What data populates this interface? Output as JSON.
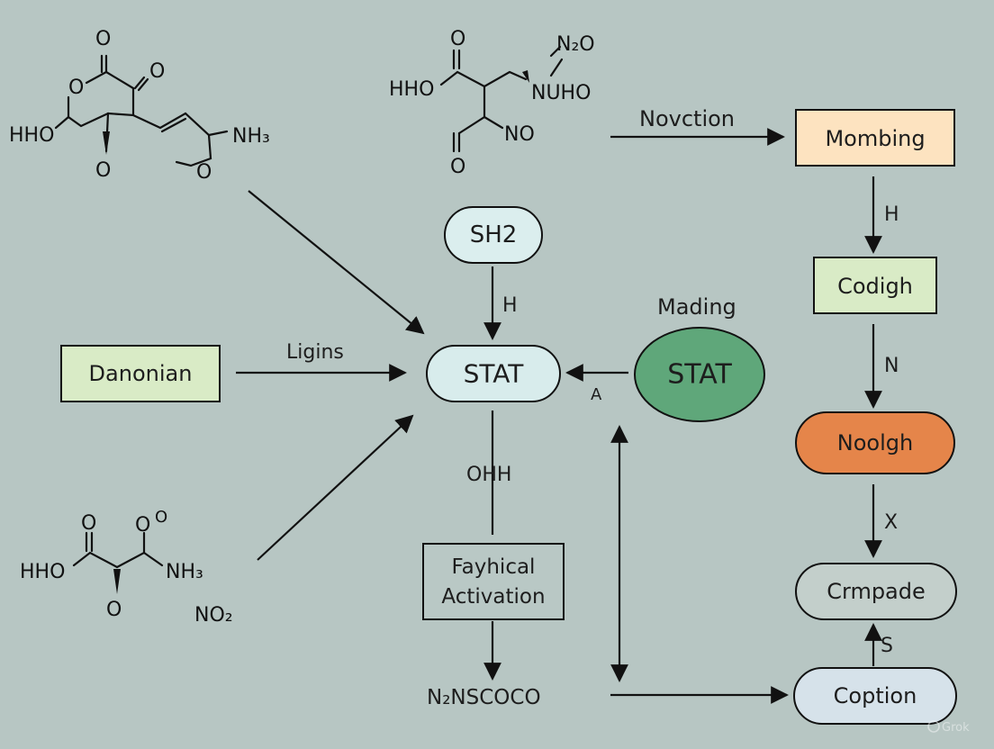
{
  "nodes": {
    "mombing": "Mombing",
    "codigh": "Codigh",
    "noolgh": "Noolgh",
    "crmpade": "Crmpade",
    "coption": "Coption",
    "sh2": "SH2",
    "stat_center": "STAT",
    "stat_green": "STAT",
    "mading": "Mading",
    "danonian": "Danonian",
    "fayhical_line1": "Fayhical",
    "fayhical_line2": "Activation",
    "n2nscoco": "N₂NSCOCO"
  },
  "edge_labels": {
    "novction": "Novction",
    "h_right": "H",
    "n_right": "N",
    "x_right": "X",
    "s_right": "S",
    "h_center": "H",
    "ohh": "OHH",
    "a": "A",
    "ligins": "Ligins"
  },
  "molecules": {
    "top_left": {
      "o_top": "O",
      "o_ring": "O",
      "o_keto": "O",
      "hho": "HHO",
      "o_bottom": "O",
      "nh3": "NH₃",
      "o_methoxy": "O"
    },
    "top_middle": {
      "o_top": "O",
      "hho": "HHO",
      "n2o": "N₂O",
      "nuho": "NUHO",
      "no": "NO",
      "o_bottom": "O"
    },
    "bottom_left": {
      "o_left": "O",
      "o_right": "O",
      "o_super": "O",
      "hho": "HHO",
      "nh3": "NH₃",
      "o_bottom": "O",
      "no2": "NO₂"
    }
  },
  "watermark": "Grok",
  "colors": {
    "background": "#b7c6c3",
    "mombing_fill": "#fde3c0",
    "codigh_fill": "#d9ebc6",
    "noolgh_fill": "#e5854a",
    "crmpade_fill": "#c3cfcb",
    "coption_fill": "#d6e2ea",
    "sh2_fill": "#dbeeee",
    "stat_center_fill": "#d8ecec",
    "stat_green_fill": "#5fa77a",
    "danonian_fill": "#d9ebc6"
  }
}
